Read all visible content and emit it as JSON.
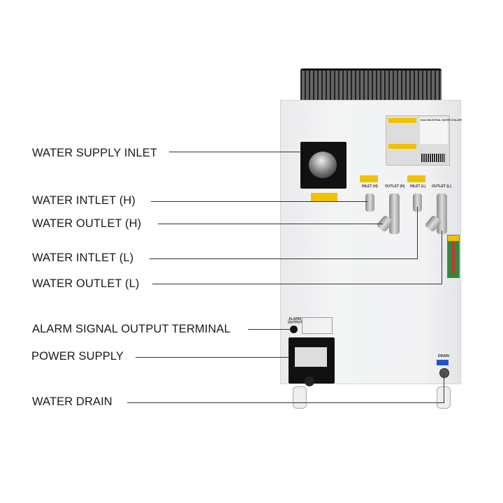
{
  "callouts": [
    {
      "id": "water-supply-inlet",
      "label": "WATER SUPPLY INLET"
    },
    {
      "id": "water-intlet-h",
      "label": "WATER INTLET (H)"
    },
    {
      "id": "water-outlet-h",
      "label": "WATER OUTLET (H)"
    },
    {
      "id": "water-intlet-l",
      "label": "WATER INTLET (L)"
    },
    {
      "id": "water-outlet-l",
      "label": "WATER OUTLET (L)"
    },
    {
      "id": "alarm-signal-output-terminal",
      "label": "ALARM SIGNAL OUTPUT TERMINAL"
    },
    {
      "id": "power-supply",
      "label": "POWER SUPPLY"
    },
    {
      "id": "water-drain",
      "label": "WATER DRAIN"
    }
  ],
  "machine": {
    "nameplate": "S&A INDUSTRIAL WATER CHILLER",
    "port_labels": [
      "INLET (H)",
      "OUTLET (H)",
      "INLET (L)",
      "OUTLET (L)"
    ],
    "alarm_label": "ALARM OUTPUT",
    "drain_label": "DRAIN"
  }
}
